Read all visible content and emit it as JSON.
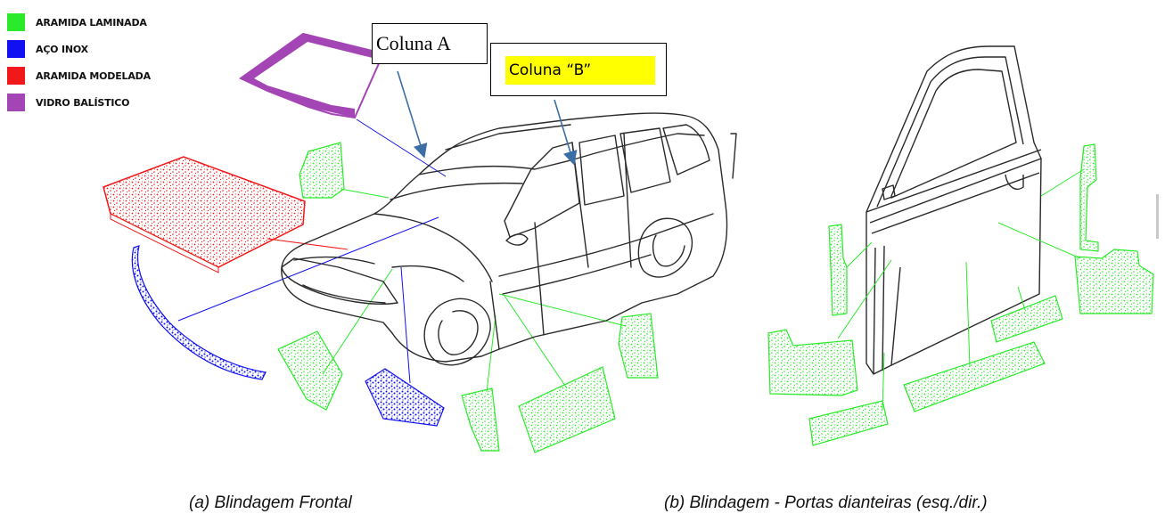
{
  "legend": {
    "items": [
      {
        "label": "ARAMIDA LAMINADA",
        "color": "#2bea2b"
      },
      {
        "label": "AÇO INOX",
        "color": "#1010f0"
      },
      {
        "label": "ARAMIDA MODELADA",
        "color": "#f01818"
      },
      {
        "label": "VIDRO BALÍSTICO",
        "color": "#a445b5"
      }
    ]
  },
  "callouts": {
    "a": {
      "label": "Coluna A"
    },
    "b": {
      "label": "Coluna “B”",
      "highlight": "#ffff00"
    }
  },
  "captions": {
    "left": "(a) Blindagem Frontal",
    "right": "(b) Blindagem - Portas dianteiras (esq./dir.)"
  },
  "colors": {
    "aramida_laminada": "#2bea2b",
    "aco_inox": "#1010f0",
    "aramida_modelada": "#f01818",
    "vidro_balistico": "#a445b5",
    "arrow": "#3a6ea5",
    "line_art": "#2a2a2a"
  }
}
